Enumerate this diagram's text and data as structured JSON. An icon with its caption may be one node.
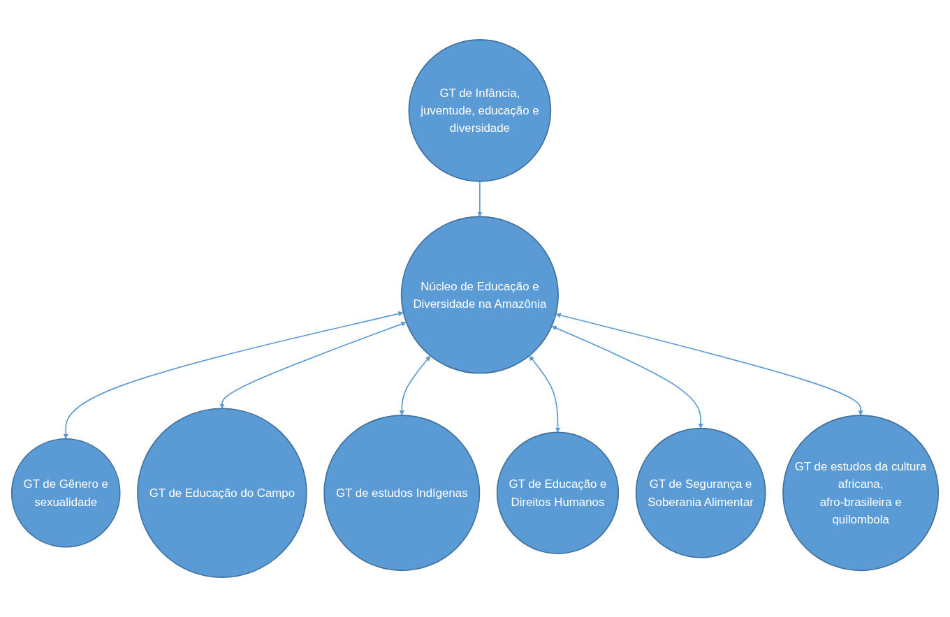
{
  "diagram": {
    "nodes": [
      {
        "text": [
          "GT de Gênero e sexualidade"
        ]
      },
      {
        "text": [
          "GT de Educação do Campo"
        ]
      },
      {
        "text": [
          "GT de Infância, juventude, educação e diversidade"
        ]
      },
      {
        "text": [
          "GT de estudos Indígenas"
        ]
      },
      {
        "text": [
          "Núcleo de Educação e Diversidade na Amazônia"
        ]
      },
      {
        "text": [
          "GT de Educação e Direitos Humanos"
        ]
      },
      {
        "text": [
          "GT de estudos da cultura africana, afro-brasileira e quilombola"
        ]
      },
      {
        "text": [
          "GT de Segurança e Soberania Alimentar"
        ]
      }
    ],
    "edges": [
      {
        "from": 2,
        "to": 4,
        "arrow": "to"
      },
      {
        "from": 4,
        "to": 0,
        "arrow": "both"
      },
      {
        "from": 4,
        "to": 1,
        "arrow": "both"
      },
      {
        "from": 4,
        "to": 3,
        "arrow": "both"
      },
      {
        "from": 4,
        "to": 5,
        "arrow": "both"
      },
      {
        "from": 4,
        "to": 7,
        "arrow": "both"
      },
      {
        "from": 4,
        "to": 6,
        "arrow": "both"
      }
    ]
  }
}
